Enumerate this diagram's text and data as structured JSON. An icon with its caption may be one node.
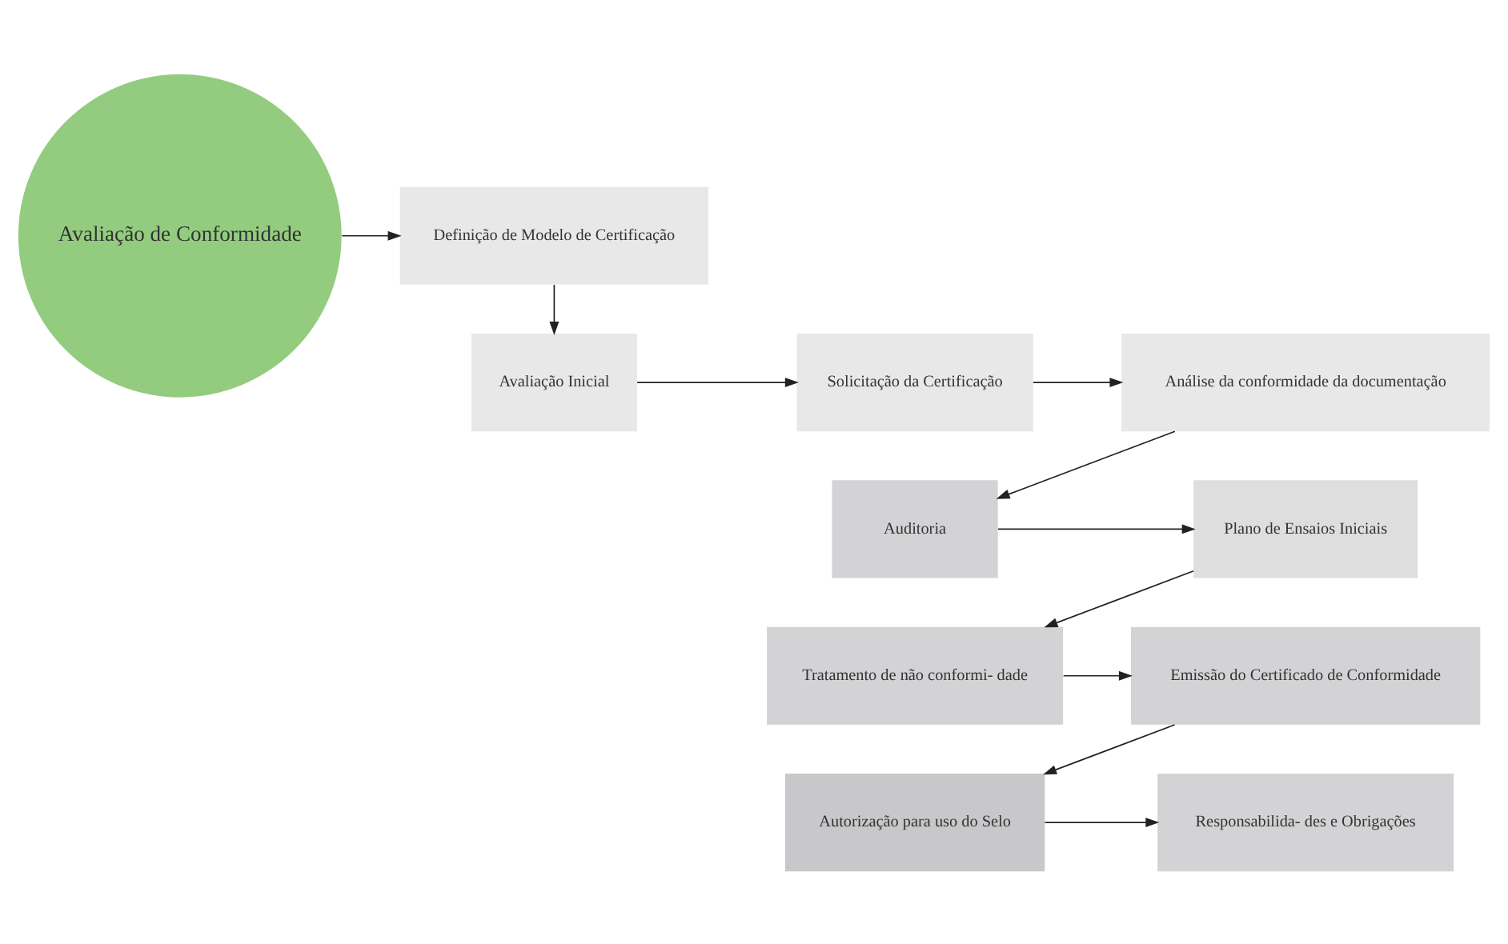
{
  "diagram": {
    "nodes": [
      {
        "text": [
          "Avaliação de Conformidade"
        ]
      },
      {
        "text": [
          "Avaliação Inicial"
        ]
      },
      {
        "text": [
          "Definição de Modelo de Certificação"
        ]
      },
      {
        "text": [
          "Solicitação da Certificação"
        ]
      },
      {
        "text": [
          "Análise da conformidade da documentação"
        ]
      },
      {
        "text": [
          "Auditoria"
        ]
      },
      {
        "text": [
          "Plano de Ensaios Iniciais"
        ]
      },
      {
        "text": [
          "Tratamento de não conformi- dade"
        ]
      },
      {
        "text": [
          "Emissão do Certificado de Conformidade"
        ]
      },
      {
        "text": [
          "Autorização para uso do Selo"
        ]
      },
      {
        "text": [
          "Responsabilida- des e Obrigações"
        ]
      }
    ],
    "edges": [
      {
        "from": 0,
        "to": 2,
        "arrow": "to"
      },
      {
        "from": 2,
        "to": 1,
        "arrow": "to"
      },
      {
        "from": 1,
        "to": 3,
        "arrow": "to"
      },
      {
        "from": 3,
        "to": 4,
        "arrow": "to"
      },
      {
        "from": 4,
        "to": 5,
        "arrow": "to"
      },
      {
        "from": 5,
        "to": 6,
        "arrow": "to"
      },
      {
        "from": 6,
        "to": 7,
        "arrow": "to"
      },
      {
        "from": 7,
        "to": 8,
        "arrow": "to"
      },
      {
        "from": 8,
        "to": 9,
        "arrow": "to"
      },
      {
        "from": 9,
        "to": 10,
        "arrow": "to"
      }
    ]
  }
}
